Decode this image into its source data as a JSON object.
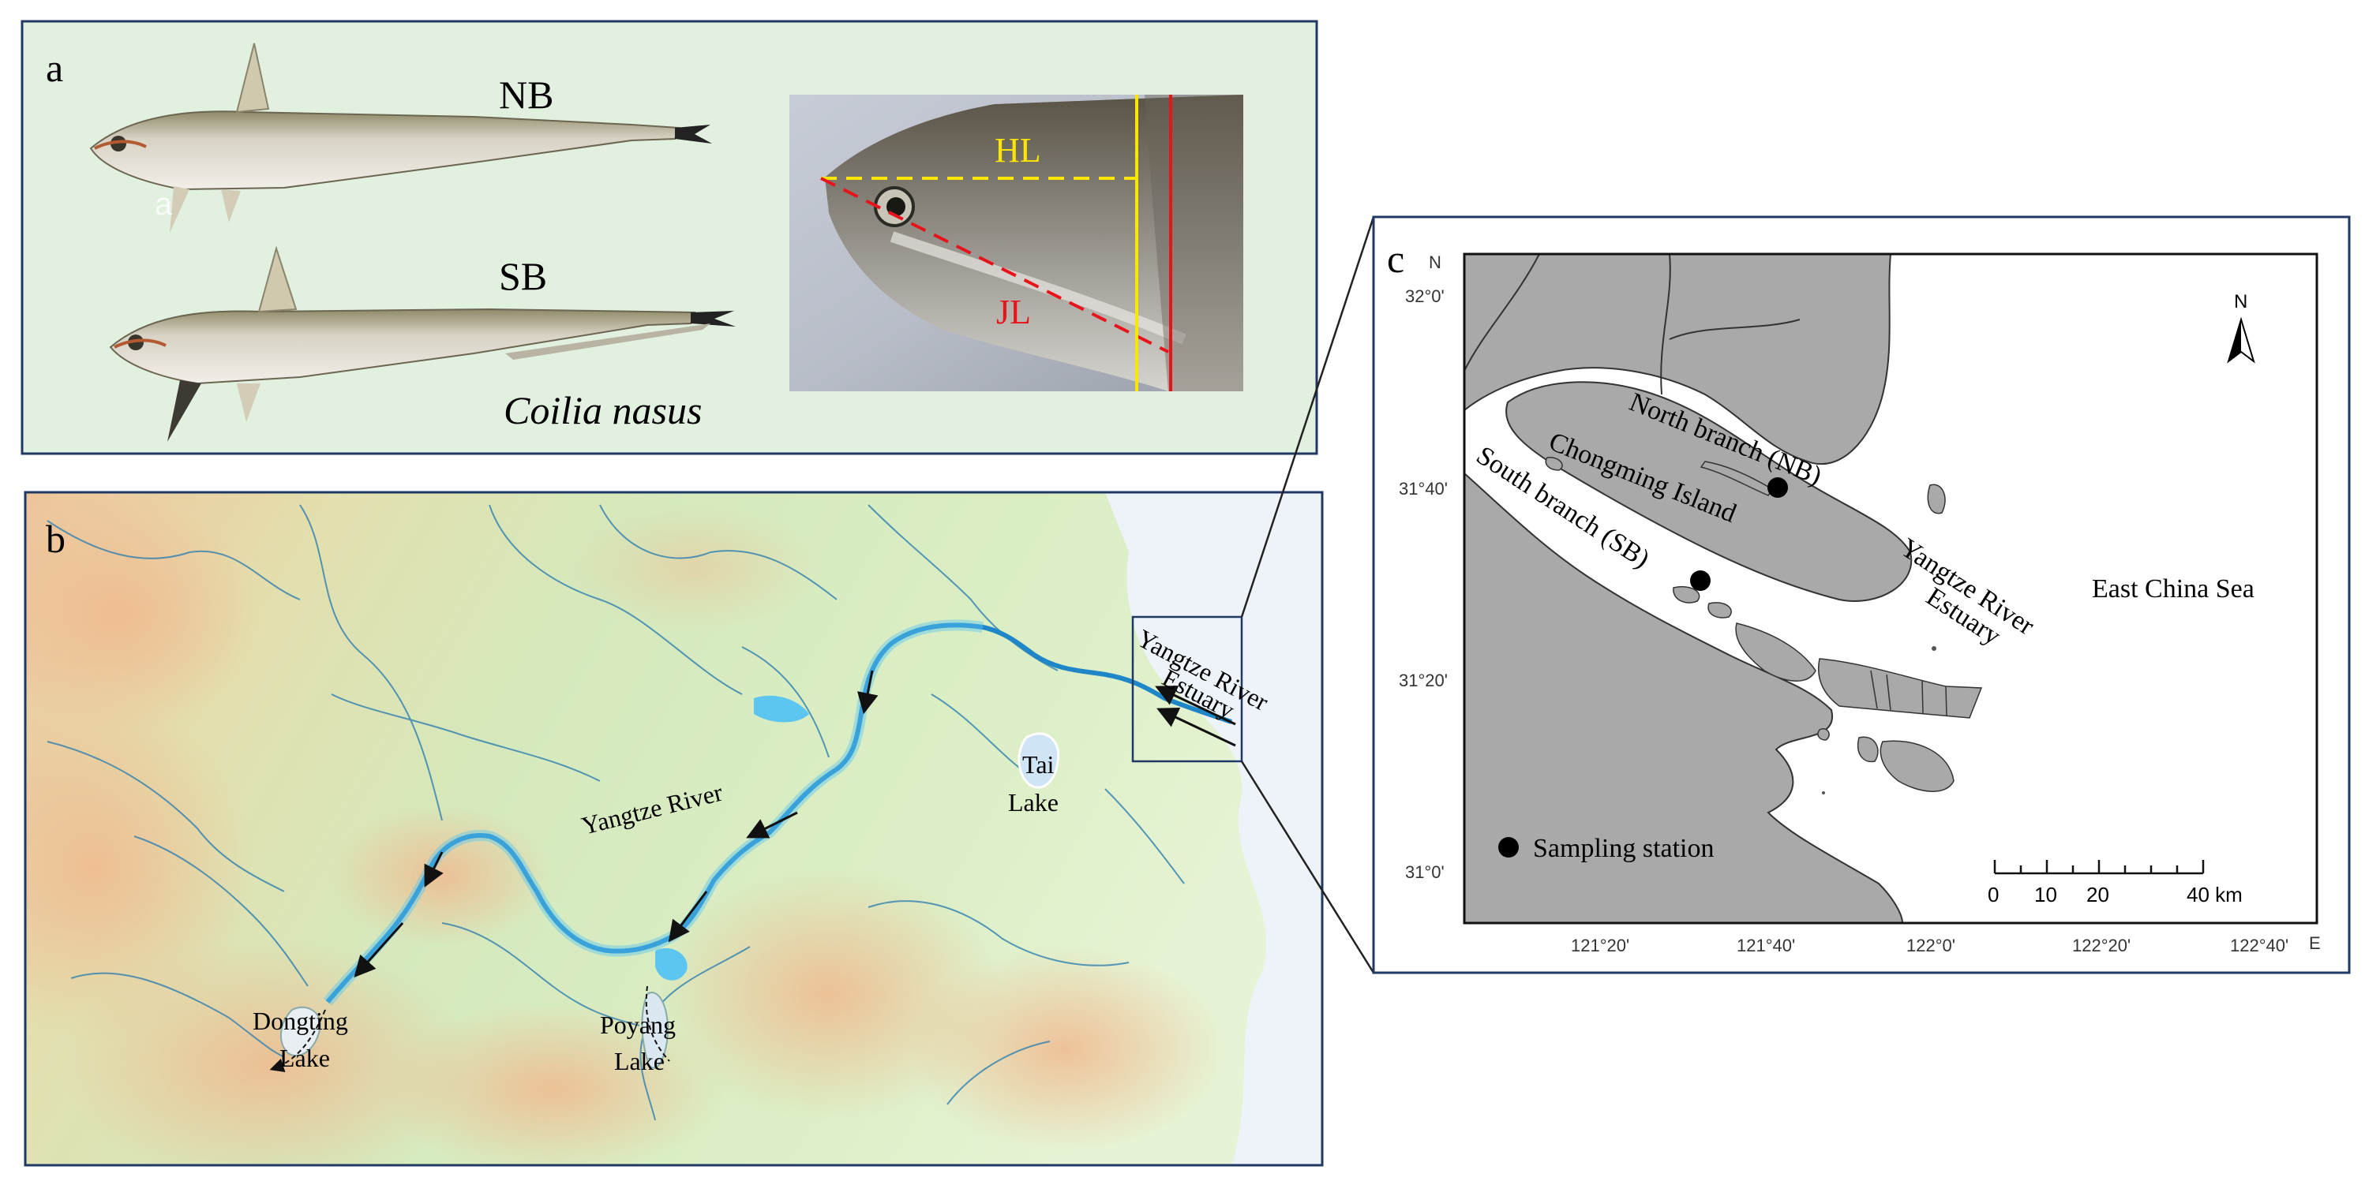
{
  "panel_a": {
    "label": "a",
    "fish_top_label": "NB",
    "fish_bottom_label": "SB",
    "species": "Coilia nasus",
    "head_measure_hl": "HL",
    "head_measure_jl": "JL",
    "watermark": "a",
    "colors": {
      "background": "#e1f0df",
      "hl_line": "#ffe600",
      "jl_line": "#e8141c"
    }
  },
  "panel_b": {
    "label": "b",
    "places": {
      "estuary": [
        "Yangtze River",
        "Estuary"
      ],
      "river": "Yangtze River",
      "tai": [
        "Tai",
        "Lake"
      ],
      "dongting": [
        "Dongting",
        "Lake"
      ],
      "poyang": [
        "Poyang",
        "Lake"
      ]
    },
    "colors": {
      "land_low": "#d8ecc0",
      "land_high": "#f1c59a",
      "river": "#1f86c8",
      "sea": "#eef3fa"
    }
  },
  "panel_c": {
    "label": "c",
    "north_arrow": "N",
    "lat_axis_unit": "N",
    "lon_axis_unit": "E",
    "lat_ticks": [
      "32°0'",
      "31°40'",
      "31°20'",
      "31°0'"
    ],
    "lon_ticks": [
      "121°20'",
      "121°40'",
      "122°0'",
      "122°20'",
      "122°40'"
    ],
    "places": {
      "north_branch": "North branch (NB)",
      "chongming": "Chongming Island",
      "south_branch": "South branch (SB)",
      "estuary": [
        "Yangtze River",
        "Estuary"
      ],
      "sea": "East China Sea"
    },
    "legend": "Sampling station",
    "scale_ticks": [
      "0",
      "10",
      "20",
      "40 km"
    ],
    "colors": {
      "land": "#a9a9a9",
      "water": "#ffffff"
    }
  }
}
